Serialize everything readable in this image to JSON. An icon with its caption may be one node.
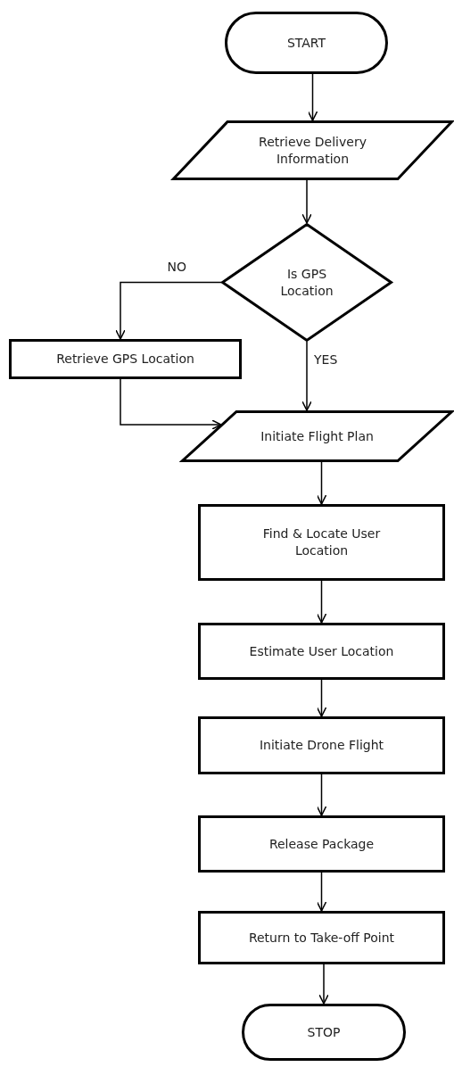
{
  "diagram": {
    "nodes": [
      {
        "text": [
          "START"
        ]
      },
      {
        "text": [
          "Retrieve Delivery Information"
        ]
      },
      {
        "text": [
          "Is GPS Location"
        ]
      },
      {
        "text": [
          "Retrieve GPS Location"
        ]
      },
      {
        "text": [
          "Initiate Flight Plan"
        ]
      },
      {
        "text": [
          "Find & Locate User Location"
        ]
      },
      {
        "text": [
          "Estimate User Location"
        ]
      },
      {
        "text": [
          "Initiate Drone Flight"
        ]
      },
      {
        "text": [
          "Release Package"
        ]
      },
      {
        "text": [
          "Return to Take-off Point"
        ]
      },
      {
        "text": [
          "STOP"
        ]
      }
    ],
    "edges": [
      {
        "from": 0,
        "to": 1,
        "arrow": "to"
      },
      {
        "from": 1,
        "to": 2,
        "arrow": "to"
      },
      {
        "from": 2,
        "to": 3,
        "arrow": "to",
        "label": "NO"
      },
      {
        "from": 2,
        "to": 4,
        "arrow": "to",
        "label": "YES"
      },
      {
        "from": 3,
        "to": 4,
        "arrow": "to"
      },
      {
        "from": 4,
        "to": 5,
        "arrow": "to"
      },
      {
        "from": 5,
        "to": 6,
        "arrow": "to"
      },
      {
        "from": 6,
        "to": 7,
        "arrow": "to"
      },
      {
        "from": 7,
        "to": 8,
        "arrow": "to"
      },
      {
        "from": 8,
        "to": 9,
        "arrow": "to"
      },
      {
        "from": 9,
        "to": 10,
        "arrow": "to"
      }
    ]
  }
}
